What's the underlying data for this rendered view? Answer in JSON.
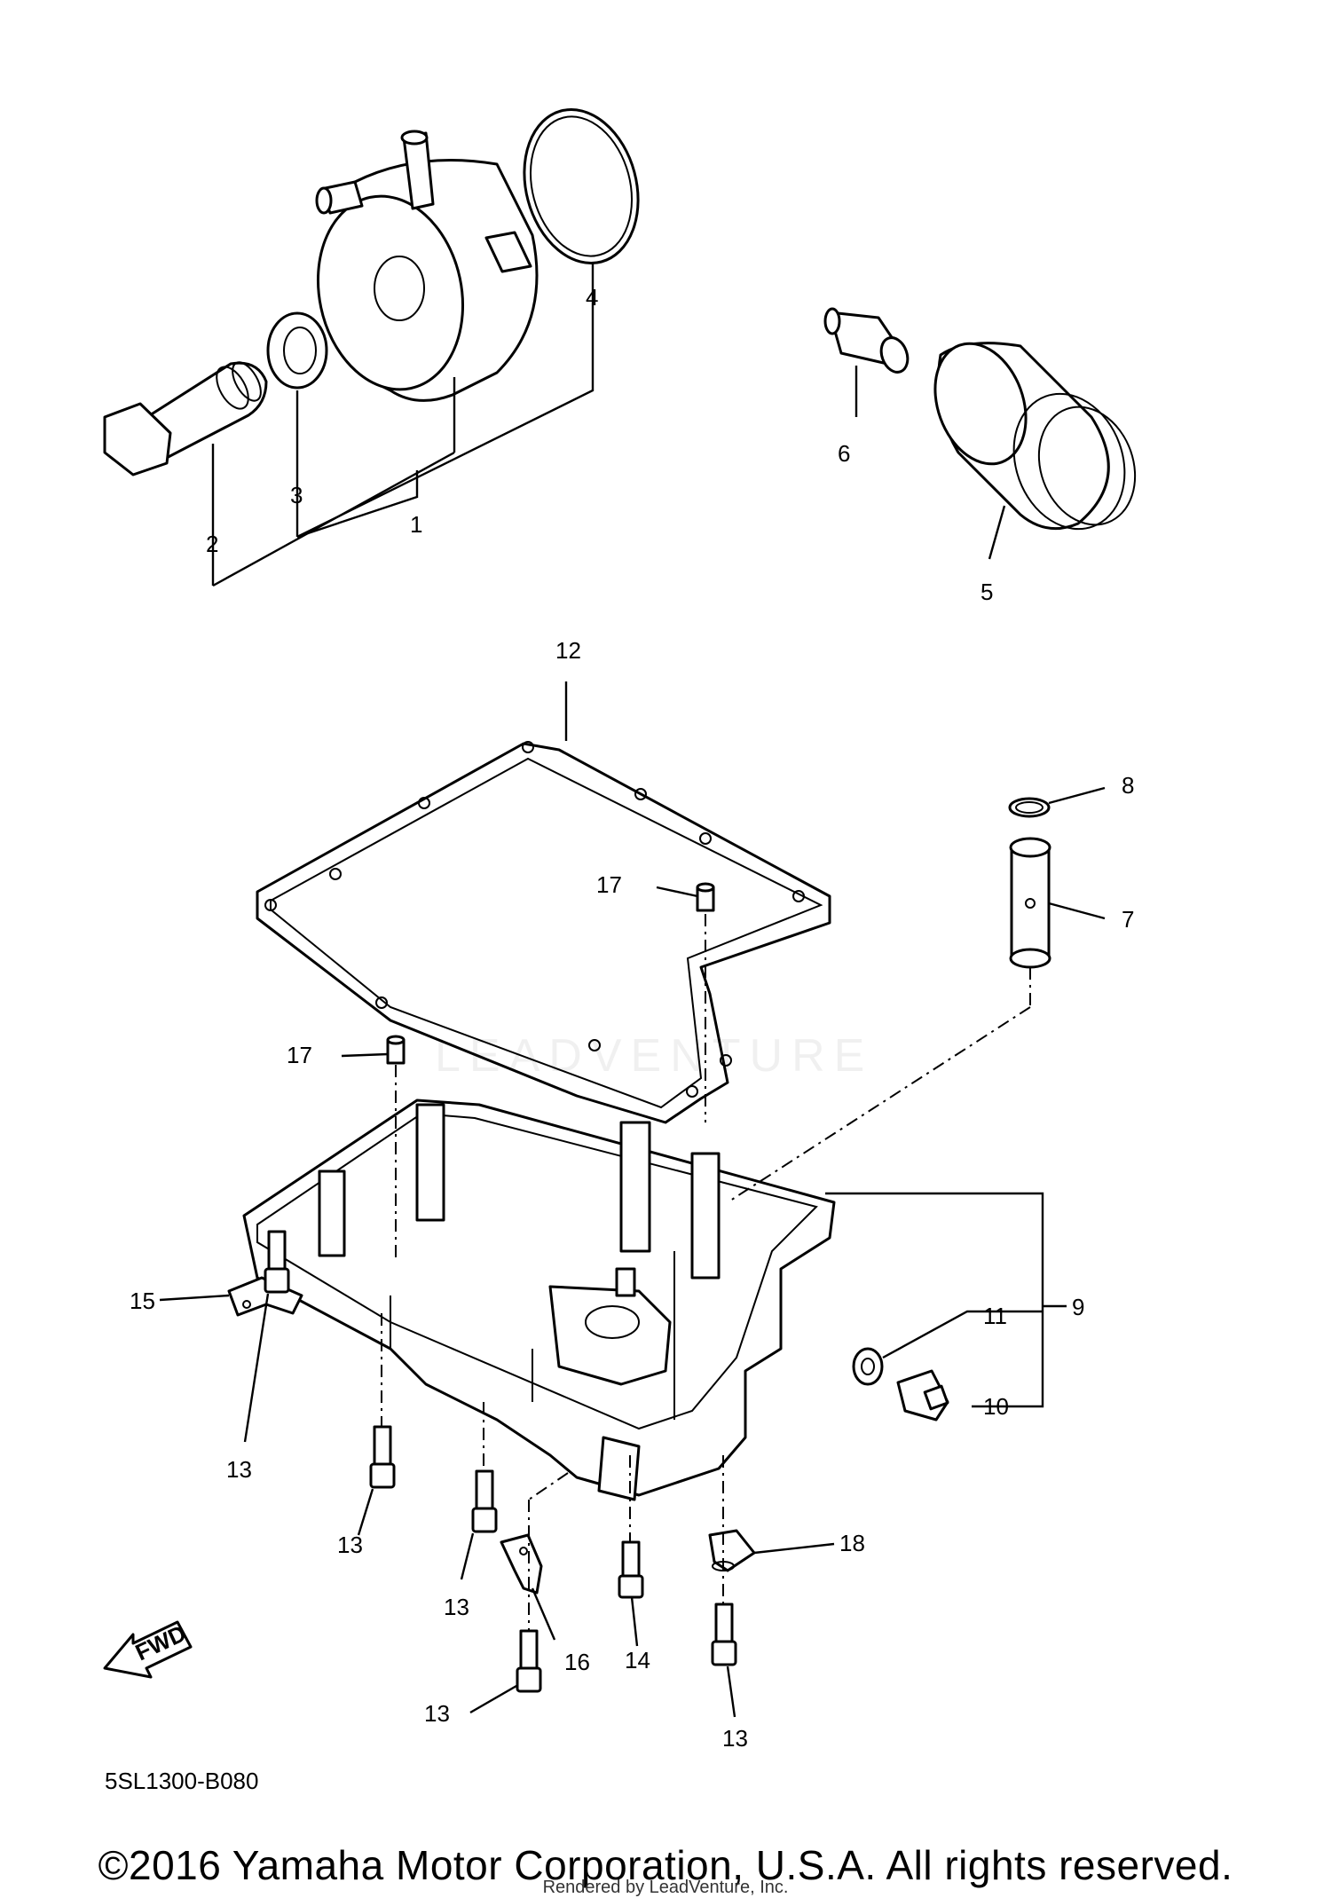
{
  "diagram": {
    "code": "5SL1300-B080",
    "fwd_label": "FWD",
    "watermark": "LEADVENTURE",
    "callouts": [
      {
        "id": "c1",
        "label": "1"
      },
      {
        "id": "c2",
        "label": "2"
      },
      {
        "id": "c3",
        "label": "3"
      },
      {
        "id": "c4",
        "label": "4"
      },
      {
        "id": "c5",
        "label": "5"
      },
      {
        "id": "c6",
        "label": "6"
      },
      {
        "id": "c7",
        "label": "7"
      },
      {
        "id": "c8",
        "label": "8"
      },
      {
        "id": "c9",
        "label": "9"
      },
      {
        "id": "c10",
        "label": "10"
      },
      {
        "id": "c11",
        "label": "11"
      },
      {
        "id": "c12",
        "label": "12"
      },
      {
        "id": "c13a",
        "label": "13"
      },
      {
        "id": "c13b",
        "label": "13"
      },
      {
        "id": "c13c",
        "label": "13"
      },
      {
        "id": "c13d",
        "label": "13"
      },
      {
        "id": "c13e",
        "label": "13"
      },
      {
        "id": "c14",
        "label": "14"
      },
      {
        "id": "c15",
        "label": "15"
      },
      {
        "id": "c16",
        "label": "16"
      },
      {
        "id": "c17a",
        "label": "17"
      },
      {
        "id": "c17b",
        "label": "17"
      },
      {
        "id": "c18",
        "label": "18"
      }
    ]
  },
  "footer": {
    "copyright": "©2016 Yamaha Motor Corporation, U.S.A. All rights reserved.",
    "render_credit": "Rendered by LeadVenture, Inc."
  }
}
